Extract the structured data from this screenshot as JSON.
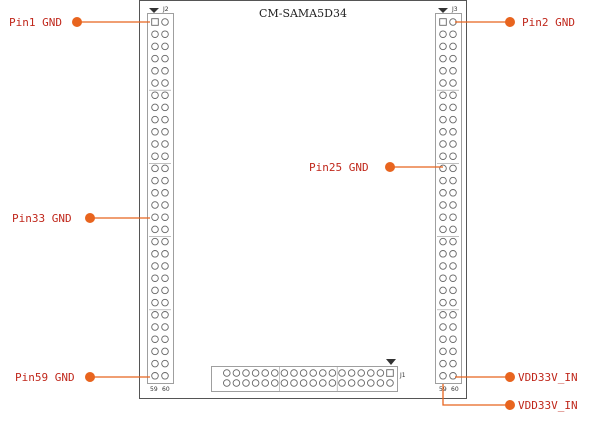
{
  "board": {
    "title": "CM-SAMA5D34",
    "left_header": "J2",
    "right_header": "J3",
    "bottom_header": "J1",
    "left_footer_a": "59",
    "left_footer_b": "60",
    "right_footer_a": "59",
    "right_footer_b": "60"
  },
  "callouts": {
    "pin1": "Pin1 GND",
    "pin2": "Pin2 GND",
    "pin25": "Pin25 GND",
    "pin33": "Pin33 GND",
    "pin59": "Pin59 GND",
    "vdd_a": "VDD33V_IN",
    "vdd_b": "VDD33V_IN"
  },
  "colors": {
    "callout": "#e8641e",
    "label": "#c0281c",
    "outline": "#555555",
    "pin": "#666666"
  }
}
